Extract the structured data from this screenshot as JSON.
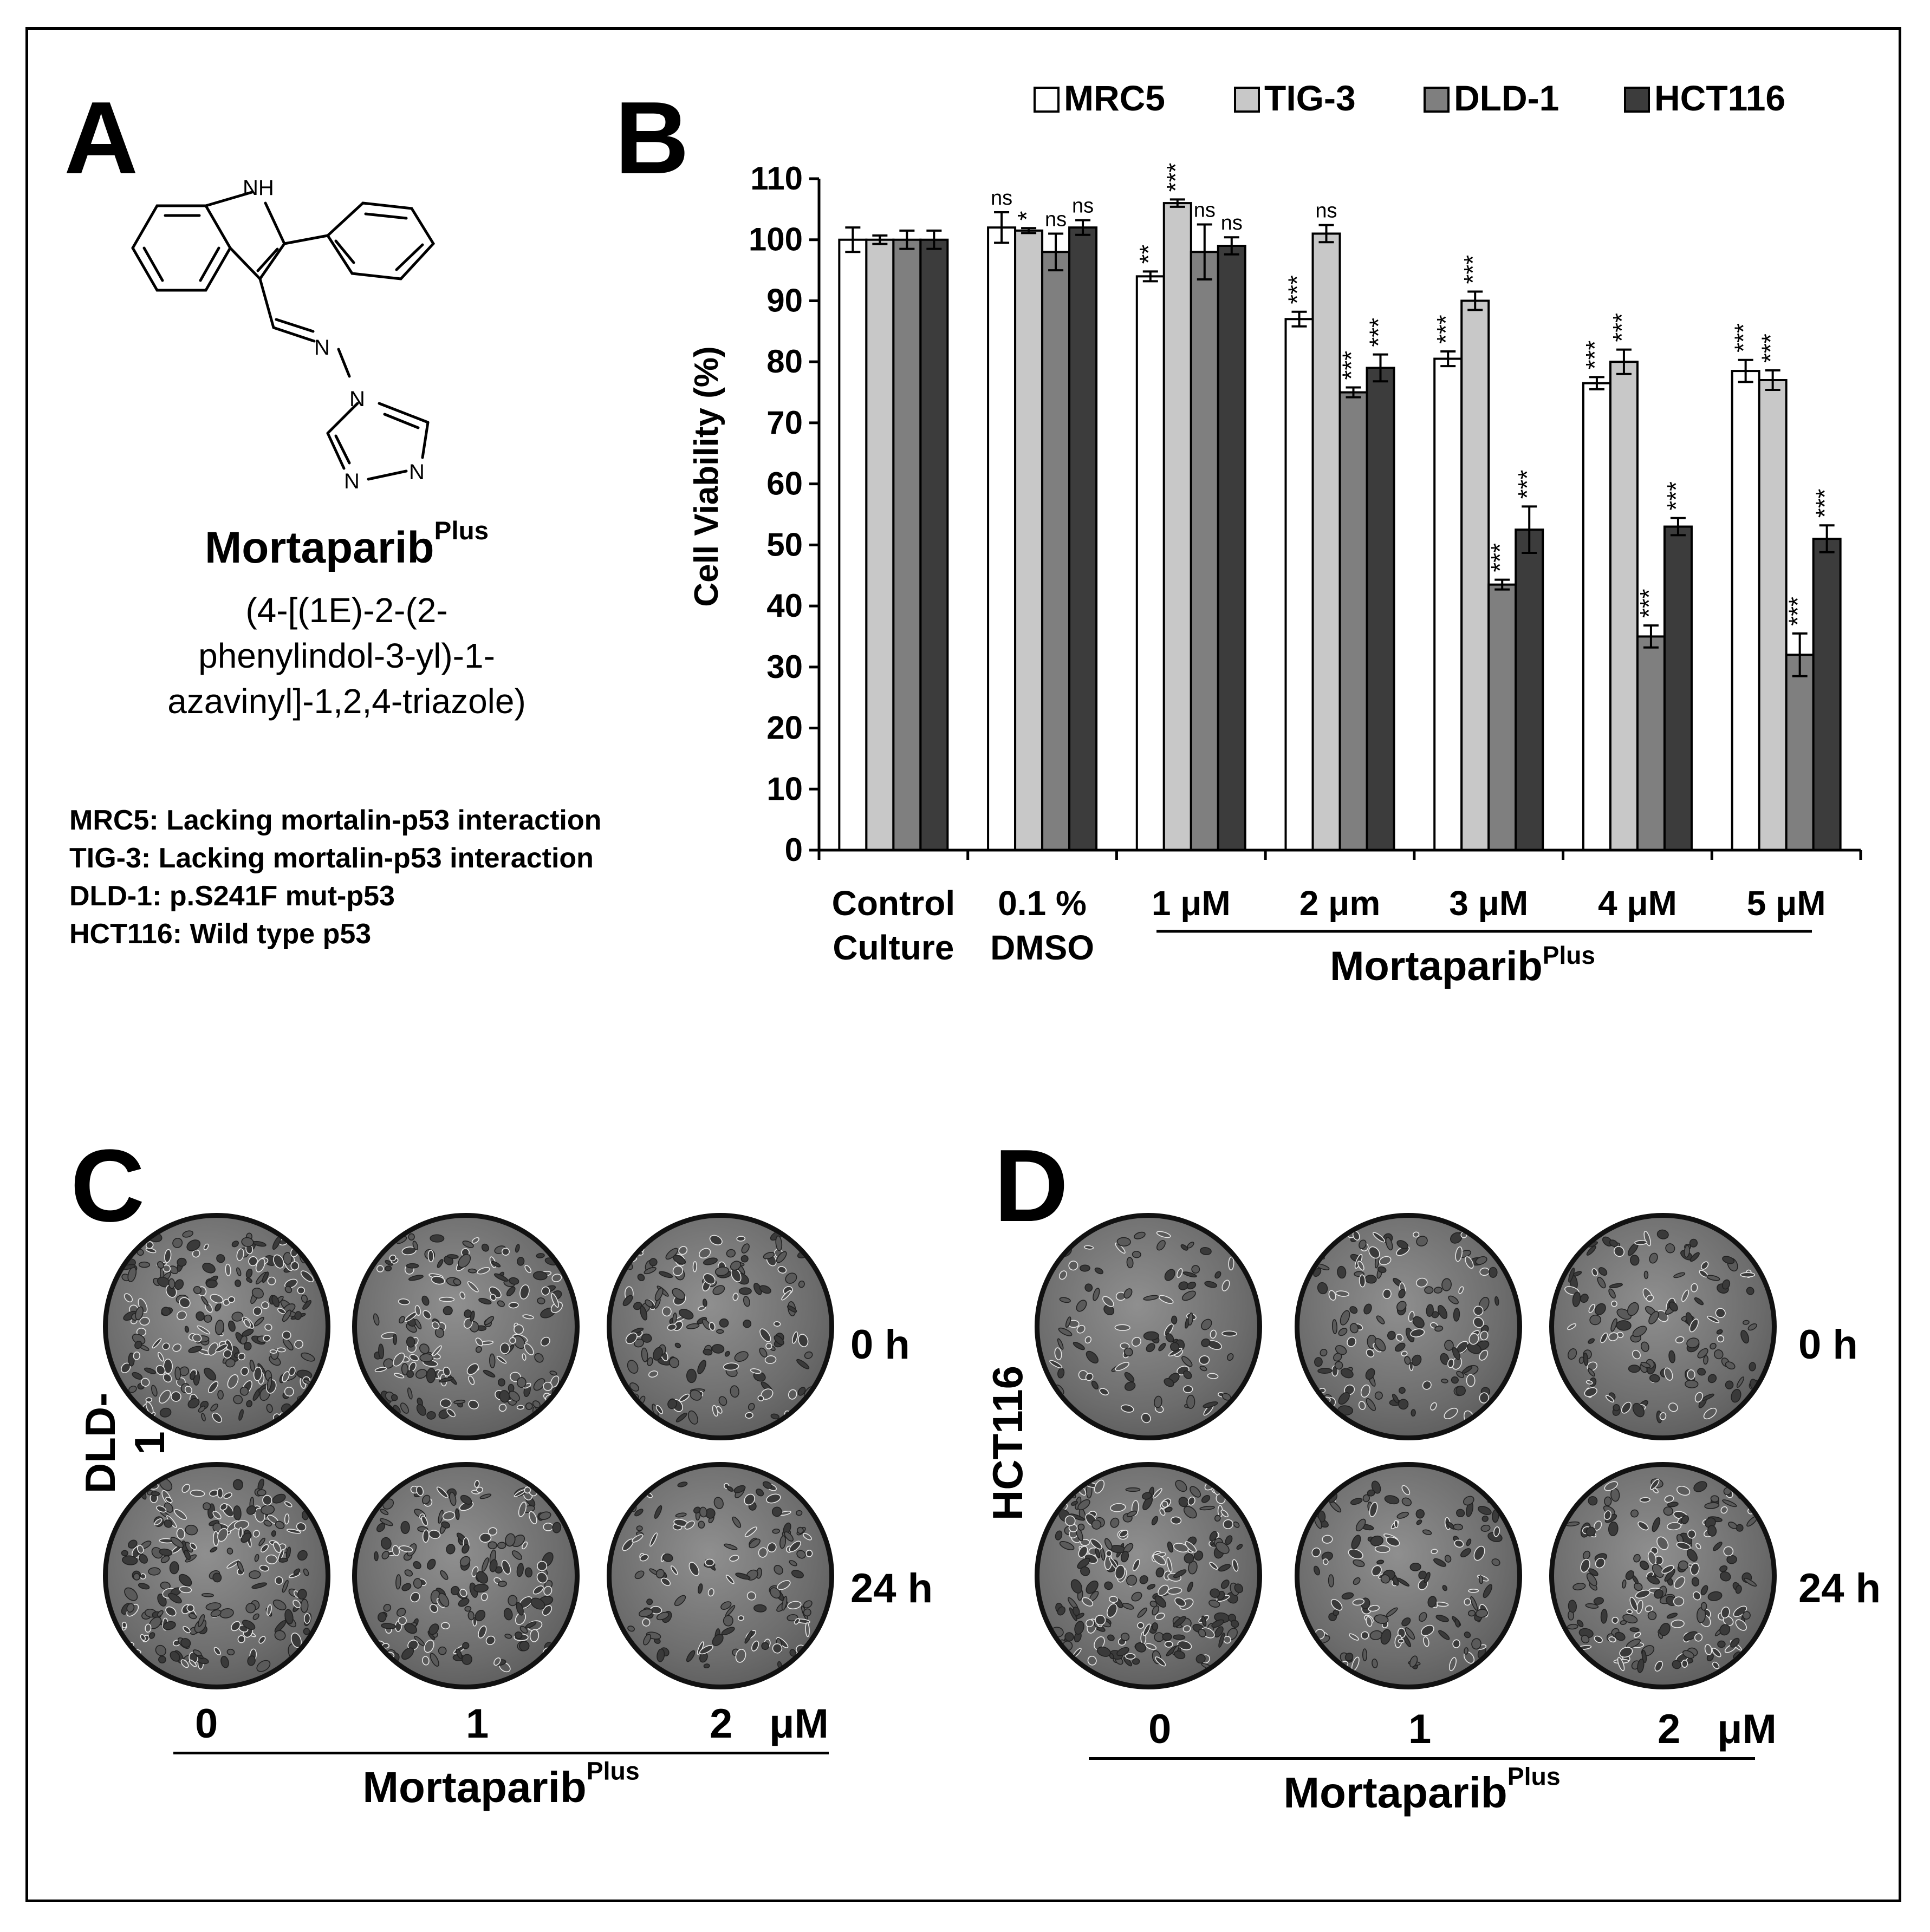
{
  "panels": {
    "a": {
      "letter": "A",
      "atom_labels": {
        "nh": "NH",
        "n1": "N",
        "n2": "N",
        "n3": "N",
        "n4": "N"
      },
      "compound_name": "Mortaparib",
      "compound_sup": "Plus",
      "iupac_lines": [
        "(4-[(1E)-2-(2-",
        "phenylindol-3-yl)-1-",
        "azavinyl]-1,2,4-triazole)"
      ],
      "cell_notes": [
        "MRC5: Lacking mortalin-p53 interaction",
        "TIG-3: Lacking mortalin-p53 interaction",
        "DLD-1: p.S241F mut-p53",
        "HCT116: Wild type p53"
      ]
    },
    "b": {
      "letter": "B",
      "group_label": "Mortaparib",
      "group_label_sup": "Plus",
      "x_tick_lines": [
        [
          "Control",
          "Culture"
        ],
        [
          "0.1 %",
          "DMSO"
        ],
        [
          "1 μM"
        ],
        [
          "2 μm"
        ],
        [
          "3 μM"
        ],
        [
          "4 μM"
        ],
        [
          "5 μM"
        ]
      ]
    },
    "c": {
      "letter": "C",
      "cell_line": "DLD-1",
      "time_labels": [
        "0 h",
        "24 h"
      ],
      "doses": [
        "0",
        "1",
        "2"
      ],
      "unit": "μM",
      "treatment": "Mortaparib",
      "treatment_sup": "Plus"
    },
    "d": {
      "letter": "D",
      "cell_line": "HCT116",
      "time_labels": [
        "0 h",
        "24 h"
      ],
      "doses": [
        "0",
        "1",
        "2"
      ],
      "unit": "μM",
      "treatment": "Mortaparib",
      "treatment_sup": "Plus"
    }
  },
  "colors": {
    "MRC5": "#ffffff",
    "TIG-3": "#c8c8c8",
    "DLD-1": "#7f7f7f",
    "HCT116": "#3c3c3c"
  },
  "chart_data": {
    "type": "bar",
    "title": "",
    "xlabel": "",
    "ylabel": "Cell Viability (%)",
    "ylim": [
      0,
      110
    ],
    "yticks": [
      0,
      10,
      20,
      30,
      40,
      50,
      60,
      70,
      80,
      90,
      100,
      110
    ],
    "grid": false,
    "legend": "top",
    "categories": [
      "Control Culture",
      "0.1 % DMSO",
      "1 μM",
      "2 μm",
      "3 μM",
      "4 μM",
      "5 μM"
    ],
    "series": [
      {
        "name": "MRC5",
        "values": [
          100,
          102,
          94,
          87,
          80.5,
          76.5,
          78.5
        ],
        "errors": [
          2,
          2.5,
          0.8,
          1.2,
          1.2,
          1.0,
          1.8
        ],
        "significance": [
          "",
          "ns",
          "**",
          "***",
          "***",
          "***",
          "***"
        ]
      },
      {
        "name": "TIG-3",
        "values": [
          100,
          101.5,
          106,
          101,
          90,
          80,
          77
        ],
        "errors": [
          0.7,
          0.4,
          0.6,
          1.4,
          1.5,
          2.0,
          1.6
        ],
        "significance": [
          "",
          "*",
          "***",
          "ns",
          "***",
          "***",
          "***"
        ]
      },
      {
        "name": "DLD-1",
        "values": [
          100,
          98,
          98,
          75,
          43.5,
          35,
          32
        ],
        "errors": [
          1.5,
          3.0,
          4.5,
          0.8,
          0.8,
          1.8,
          3.5
        ],
        "significance": [
          "",
          "ns",
          "ns",
          "***",
          "***",
          "***",
          "***"
        ]
      },
      {
        "name": "HCT116",
        "values": [
          100,
          102,
          99,
          79,
          52.5,
          53,
          51
        ],
        "errors": [
          1.5,
          1.2,
          1.4,
          2.2,
          3.8,
          1.4,
          2.2
        ],
        "significance": [
          "",
          "ns",
          "ns",
          "***",
          "***",
          "***",
          "***"
        ]
      }
    ]
  }
}
